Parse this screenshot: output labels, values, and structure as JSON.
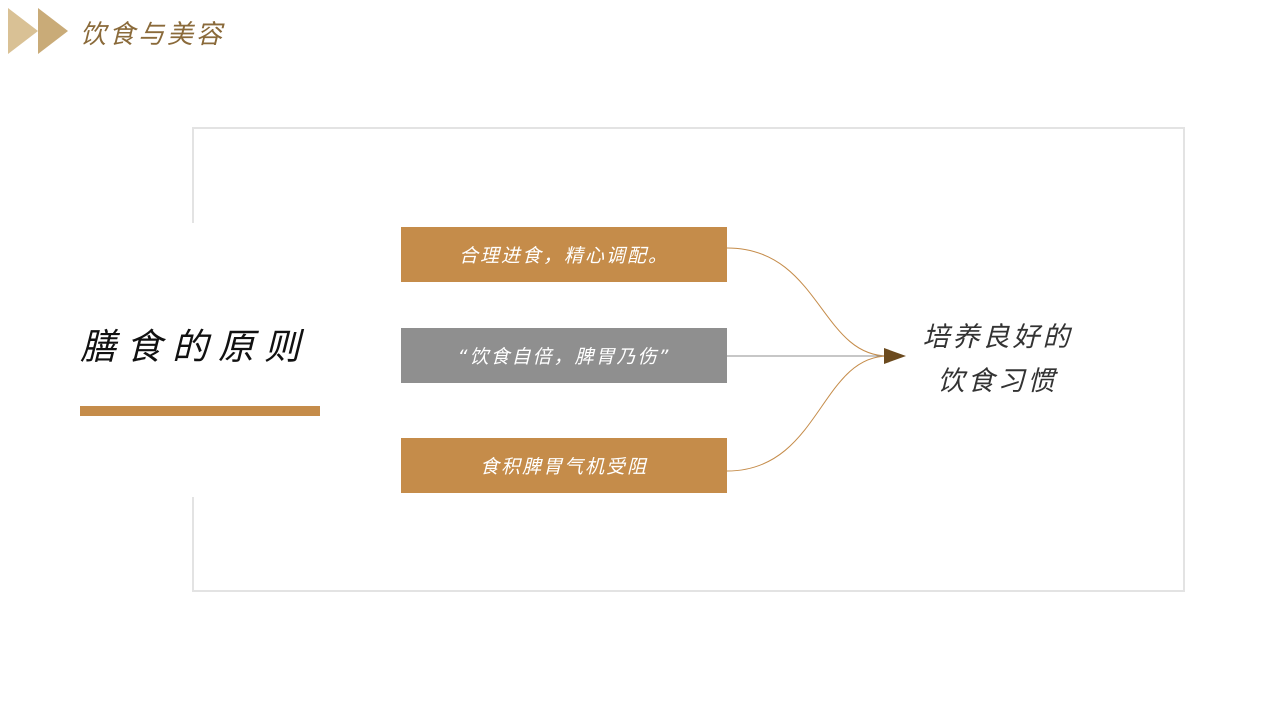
{
  "header": {
    "title": "饮食与美容"
  },
  "main": {
    "title": "膳食的原则"
  },
  "boxes": [
    {
      "label": "合理进食，精心调配。",
      "color": "#c58c4a"
    },
    {
      "label": "“饮食自倍，脾胃乃伤”",
      "color": "#8f8f8f"
    },
    {
      "label": "食积脾胃气机受阻",
      "color": "#c58c4a"
    }
  ],
  "result": {
    "line1": "培养良好的",
    "line2": "饮食习惯"
  }
}
